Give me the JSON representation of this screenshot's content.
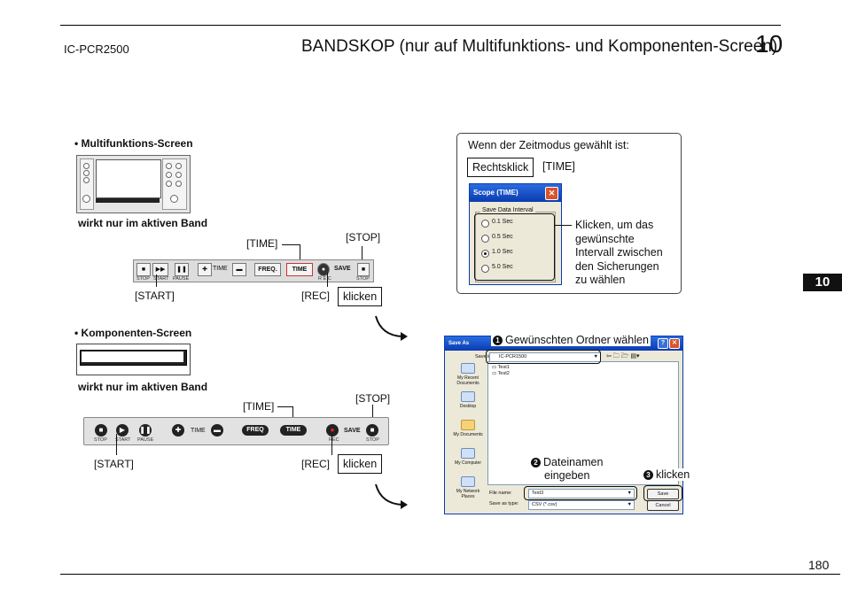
{
  "header": {
    "model": "IC-PCR2500",
    "title": "BANDSKOP (nur auf Multifunktions- und Komponenten-Screen)",
    "chapter": "10"
  },
  "side_tab": "10",
  "page_number": "180",
  "multi": {
    "heading": "• Multifunktions-Screen",
    "note": "wirkt nur im aktiven Band",
    "time_label": "[TIME]",
    "stop_label": "[STOP]",
    "start_label": "[START]",
    "rec_label": "[REC]",
    "click_label": "klicken",
    "toolbar": {
      "plus": "✚",
      "minus": "▬",
      "time_text": "TIME",
      "freq": "FREQ.",
      "time_btn": "TIME",
      "save": "SAVE",
      "stop_sub": "STOP",
      "start_sub": "START",
      "pause_sub": "PAUSE",
      "rec_sub": "R E C",
      "stop_sub_r": "STOP"
    }
  },
  "comp": {
    "heading": "• Komponenten-Screen",
    "note": "wirkt nur im aktiven Band",
    "time_label": "[TIME]",
    "stop_label": "[STOP]",
    "start_label": "[START]",
    "rec_label": "[REC]",
    "click_label": "klicken",
    "toolbar": {
      "time_text": "TIME",
      "freq": "FREQ",
      "time_btn": "TIME",
      "save": "SAVE",
      "stop_sub": "STOP",
      "start_sub": "START",
      "pause_sub": "PAUSE",
      "rec_sub": "REC",
      "stop_sub_r": "STOP"
    }
  },
  "scope_panel": {
    "intro": "Wenn der Zeitmodus gewählt ist:",
    "rightclick": "Rechtsklick",
    "time": "[TIME]",
    "dialog_title": "Scope (TIME)",
    "group_title": "Save Data Interval",
    "options": [
      "0.1 Sec",
      "0.5 Sec",
      "1.0 Sec",
      "5.0 Sec"
    ],
    "selected": 2,
    "callout": [
      "Klicken, um das",
      "gewünschte",
      "Intervall zwischen",
      "den Sicherungen",
      "zu wählen"
    ]
  },
  "save_dialog": {
    "title": "Save As",
    "save_in_label": "Save in:",
    "save_in_value": "IC-PCR1500",
    "files": [
      "Test1",
      "Test2"
    ],
    "places": [
      "My Recent Documents",
      "Desktop",
      "My Documents",
      "My Computer",
      "My Network Places"
    ],
    "filename_label": "File name:",
    "filename_value": "Test3",
    "type_label": "Save as type:",
    "type_value": "CSV (*.csv)",
    "save_btn": "Save",
    "cancel_btn": "Cancel",
    "step1_num": "1",
    "step1": "Gewünschten Ordner wählen",
    "step2_num": "2",
    "step2a": "Dateinamen",
    "step2b": "eingeben",
    "step3_num": "3",
    "step3": "klicken"
  }
}
